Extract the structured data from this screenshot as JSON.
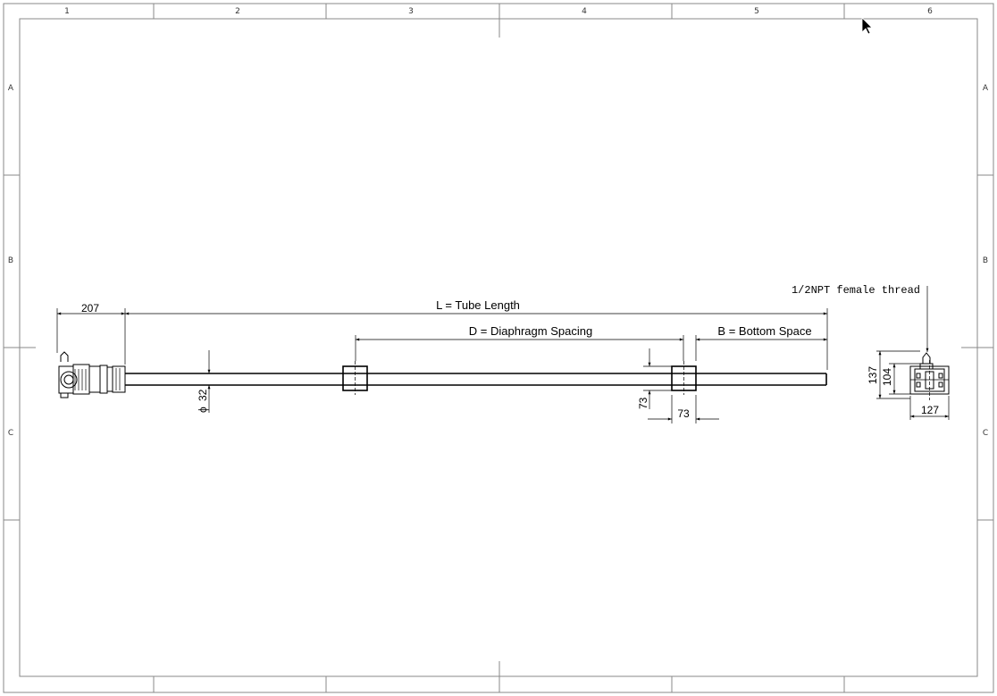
{
  "sheet": {
    "column_labels": [
      "1",
      "2",
      "3",
      "4",
      "5",
      "6"
    ],
    "row_labels": [
      "A",
      "B",
      "C"
    ]
  },
  "dimensions": {
    "tube_length": "L = Tube Length",
    "diaphragm_spacing": "D = Diaphragm Spacing",
    "bottom_space": "B = Bottom Space",
    "head_length": "207",
    "tube_diameter": "32",
    "diaphragm_height": "73",
    "diaphragm_width": "73",
    "side_height": "137",
    "side_inner_height": "104",
    "side_width": "127"
  },
  "callouts": {
    "thread": "1/2NPT female thread"
  },
  "symbols": {
    "diameter": "ϕ"
  }
}
